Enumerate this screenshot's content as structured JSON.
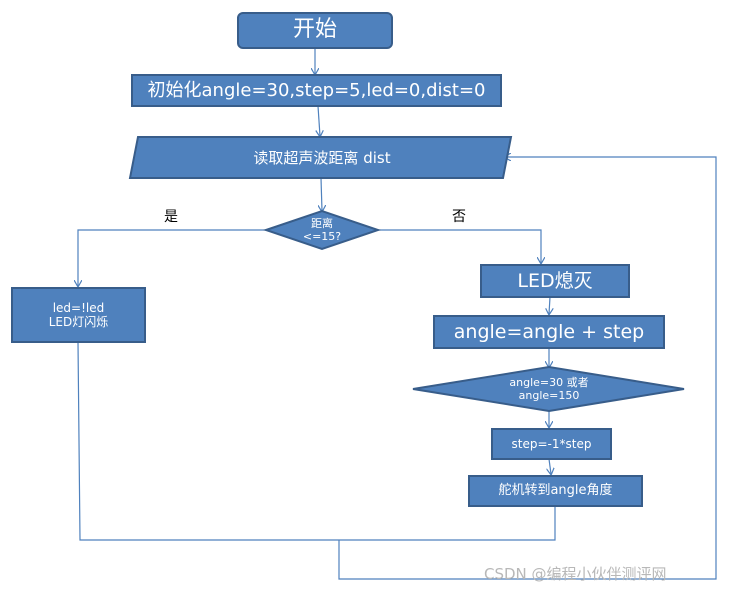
{
  "colors": {
    "fill": "#4f81bd",
    "stroke": "#385d8a",
    "line": "#4f81bd",
    "text_on_shape": "#ffffff"
  },
  "nodes": {
    "start": "开始",
    "init": "初始化angle=30,step=5,led=0,dist=0",
    "read": "读取超声波距离 dist",
    "decision_line1": "距离",
    "decision_line2": "<=15?",
    "led_toggle_line1": "led=!led",
    "led_toggle_line2": "LED灯闪烁",
    "led_off": "LED熄灭",
    "angle_update": "angle=angle + step",
    "angle_check_line1": "angle=30 或者",
    "angle_check_line2": "angle=150",
    "step_flip": "step=-1*step",
    "servo": "舵机转到angle角度"
  },
  "labels": {
    "yes": "是",
    "no": "否"
  },
  "watermark": "CSDN @编程小伙伴测评网"
}
